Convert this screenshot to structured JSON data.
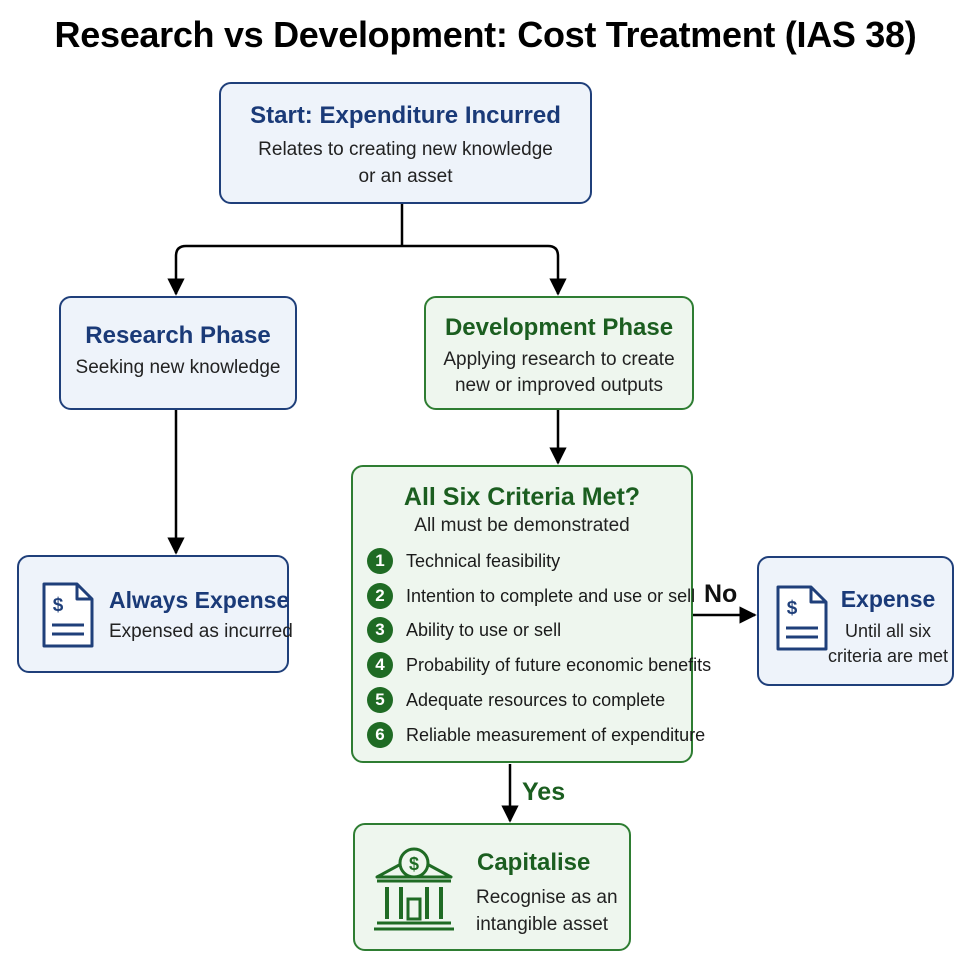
{
  "title": "Research vs Development: Cost Treatment (IAS 38)",
  "start": {
    "heading": "Start: Expenditure Incurred",
    "line1": "Relates to creating new knowledge",
    "line2": "or an asset"
  },
  "research": {
    "heading": "Research Phase",
    "sub": "Seeking new knowledge"
  },
  "development": {
    "heading": "Development Phase",
    "line1": "Applying research to create",
    "line2": "new or improved outputs"
  },
  "criteria": {
    "heading": "All Six Criteria Met?",
    "sub": "All must be demonstrated",
    "items": [
      {
        "num": "1",
        "text": "Technical feasibility"
      },
      {
        "num": "2",
        "text": "Intention to complete and use or sell"
      },
      {
        "num": "3",
        "text": "Ability to use or sell"
      },
      {
        "num": "4",
        "text": "Probability of future economic benefits"
      },
      {
        "num": "5",
        "text": "Adequate resources to complete"
      },
      {
        "num": "6",
        "text": "Reliable measurement of expenditure"
      }
    ]
  },
  "always_expense": {
    "heading": "Always Expense",
    "sub": "Expensed as incurred",
    "icon": "document-dollar-icon"
  },
  "expense": {
    "heading": "Expense",
    "line1": "Until all six",
    "line2": "criteria are met",
    "icon": "document-dollar-icon"
  },
  "capitalise": {
    "heading": "Capitalise",
    "line1": "Recognise as an",
    "line2": "intangible asset",
    "icon": "bank-dollar-icon"
  },
  "labels": {
    "no": "No",
    "yes": "Yes"
  },
  "colors": {
    "blue_border": "#1f3f7a",
    "blue_fill": "#eef3fa",
    "blue_text": "#1a3a78",
    "green_border": "#2e7d32",
    "green_fill": "#eef6ee",
    "green_text": "#1b5e20"
  }
}
